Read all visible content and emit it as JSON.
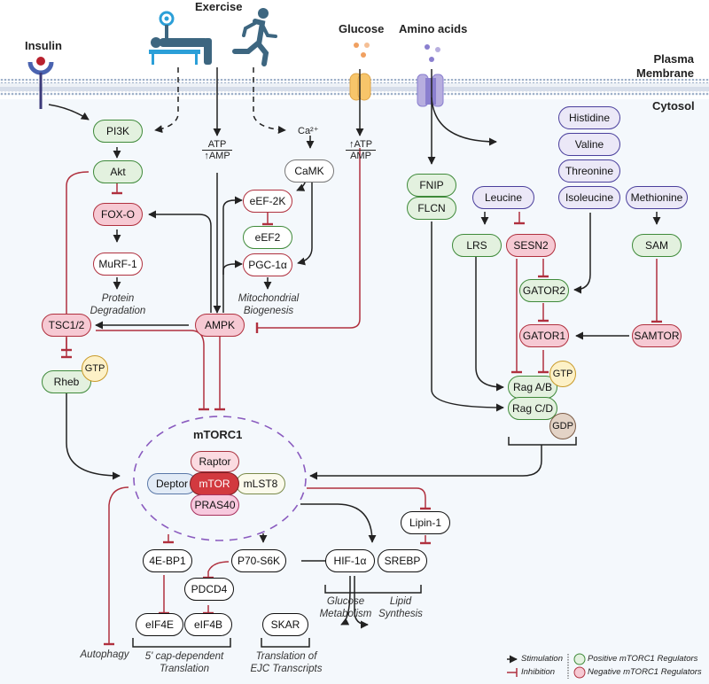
{
  "title": "mTORC1 signaling pathway regulation by insulin, exercise, glucose and amino acids",
  "compartments": {
    "membrane": "Plasma Membrane",
    "membrane_line1": "Plasma",
    "membrane_line2": "Membrane",
    "cytosol": "Cytosol"
  },
  "stimuli": {
    "insulin": "Insulin",
    "exercise": "Exercise",
    "glucose": "Glucose",
    "amino_acids": "Amino acids"
  },
  "energy": {
    "exercise_atp": "ATP",
    "exercise_amp": "↑AMP",
    "glucose_atp": "↑ATP",
    "glucose_amp": "AMP",
    "calcium": "Ca²⁺"
  },
  "nodes": {
    "pi3k": "PI3K",
    "akt": "Akt",
    "foxo": "FOX-O",
    "murf1": "MuRF-1",
    "camk": "CaMK",
    "eef2k": "eEF-2K",
    "eef2": "eEF2",
    "pgc1a": "PGC-1α",
    "ampk": "AMPK",
    "tsc": "TSC1/2",
    "rheb": "Rheb",
    "fnip": "FNIP",
    "flcn": "FLCN",
    "histidine": "Histidine",
    "valine": "Valine",
    "threonine": "Threonine",
    "leucine": "Leucine",
    "isoleucine": "Isoleucine",
    "methionine": "Methionine",
    "lrs": "LRS",
    "sesn2": "SESN2",
    "sam": "SAM",
    "gator2": "GATOR2",
    "gator1": "GATOR1",
    "samtor": "SAMTOR",
    "ragab": "Rag A/B",
    "ragcd": "Rag C/D",
    "gtp": "GTP",
    "gdp": "GDP",
    "mtorc1": "mTORC1",
    "raptor": "Raptor",
    "deptor": "Deptor",
    "mtor": "mTOR",
    "mlst8": "mLST8",
    "pras40": "PRAS40",
    "lipin1": "Lipin-1",
    "ebp1": "4E-BP1",
    "s6k": "P70-S6K",
    "hif1a": "HIF-1α",
    "srebp": "SREBP",
    "pdcd4": "PDCD4",
    "eif4e": "eIF4E",
    "eif4b": "eIF4B",
    "skar": "SKAR"
  },
  "outcomes": {
    "protein_degradation_1": "Protein",
    "protein_degradation_2": "Degradation",
    "mito_1": "Mitochondrial",
    "mito_2": "Biogenesis",
    "autophagy": "Autophagy",
    "cap_1": "5' cap-dependent",
    "cap_2": "Translation",
    "ejc_1": "Translation of",
    "ejc_2": "EJC Transcripts",
    "glucose_1": "Glucose",
    "glucose_2": "Metabolism",
    "lipid_1": "Lipid",
    "lipid_2": "Synthesis"
  },
  "legend": {
    "stimulation": "Stimulation",
    "inhibition": "Inhibition",
    "positive": "Positive mTORC1 Regulators",
    "negative": "Negative mTORC1 Regulators"
  },
  "colors": {
    "positive": "#e3f1df",
    "positive_border": "#3f8a3a",
    "negative": "#f6c9d3",
    "negative_border": "#b0303e",
    "amino_acid": "#ebe8f7",
    "inhibition_line": "#b0303e",
    "stimulation_line": "#222222",
    "mtorc1_border": "#8a5bbf"
  }
}
